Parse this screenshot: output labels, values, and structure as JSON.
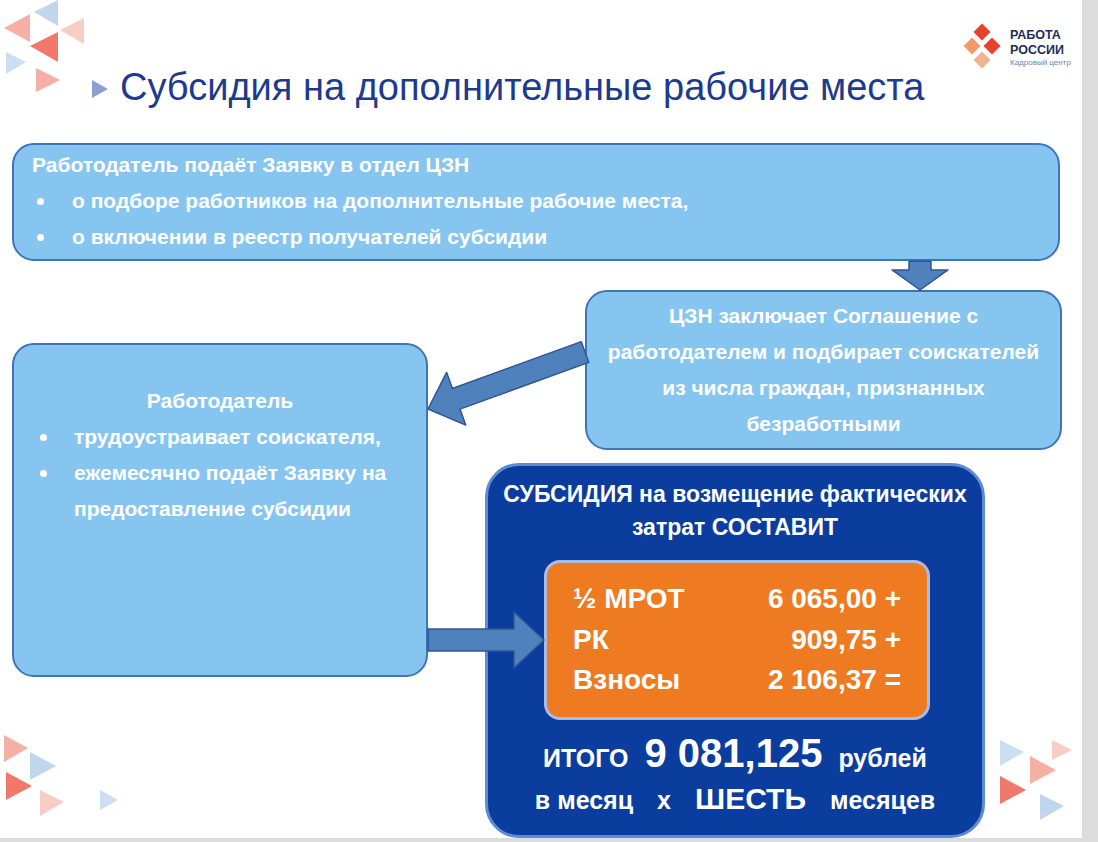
{
  "diagram": {
    "title": "Субсидия на дополнительные рабочие места",
    "nodes": [
      {
        "text": [
          "Работодатель подаёт Заявку в отдел ЦЗН",
          "о подборе работников на дополнительные рабочие места,",
          "о включении в реестр получателей субсидии"
        ]
      },
      {
        "text": [
          "ЦЗН заключает Соглашение с работодателем и подбирает соискателей из числа граждан, признанных безработными"
        ]
      },
      {
        "text": [
          "Работодатель",
          "трудоустраивает соискателя,",
          "ежемесячно подаёт Заявку на предоставление субсидии"
        ]
      },
      {
        "text": [
          "СУБСИДИЯ на возмещение фактических затрат СОСТАВИТ",
          "ИТОГО",
          "9 081,125",
          "рублей",
          "в месяц",
          "х",
          "ШЕСТЬ",
          "месяцев"
        ]
      },
      {
        "text": [
          "½ МРОТ",
          "6 065,00 +",
          "РК",
          "909,75 +",
          "Взносы",
          "2 106,37 ="
        ],
        "in": 3
      }
    ],
    "edges": [
      {
        "from": 0,
        "to": 1,
        "arrow": "to"
      },
      {
        "from": 1,
        "to": 2,
        "arrow": "to"
      },
      {
        "from": 2,
        "to": 4,
        "arrow": "to"
      }
    ],
    "labels": [
      "РАБОТА",
      "РОССИИ",
      "Кадровый центр"
    ]
  }
}
